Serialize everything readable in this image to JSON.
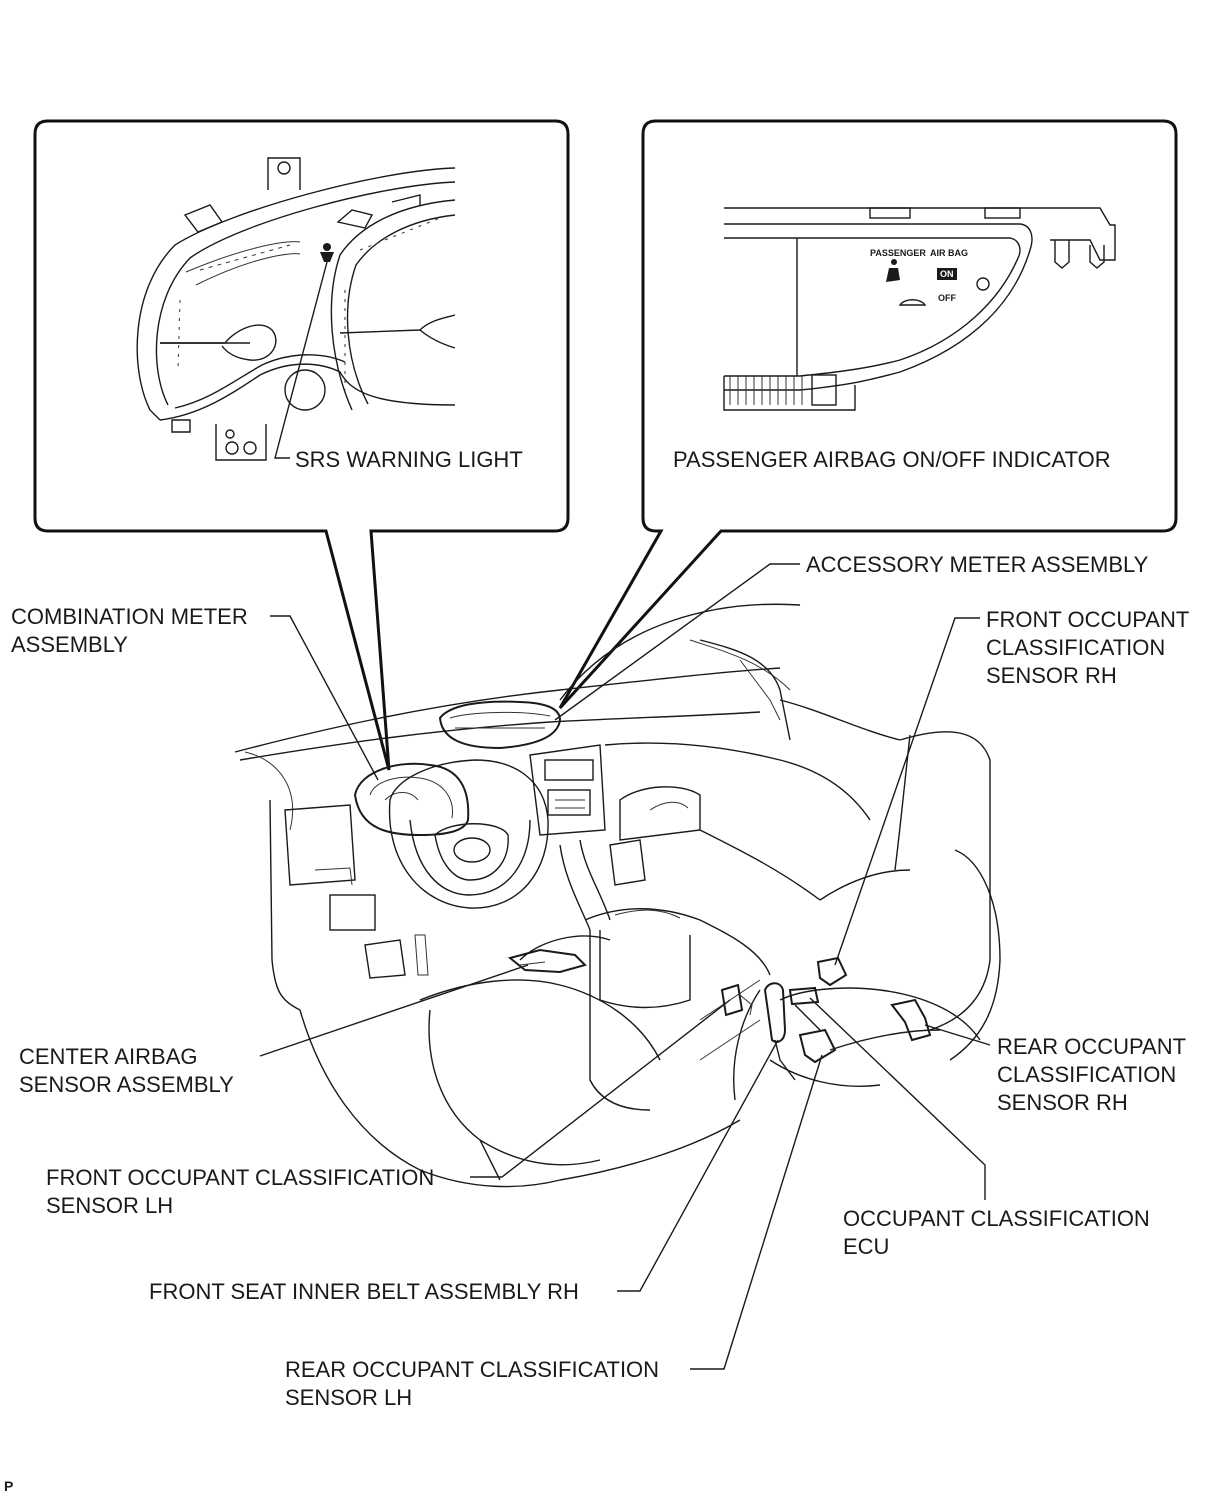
{
  "callouts": {
    "left_box_label": "SRS WARNING LIGHT",
    "right_box_label": "PASSENGER AIRBAG ON/OFF INDICATOR",
    "indicator_passenger": "PASSENGER",
    "indicator_air_bag": "AIR BAG",
    "indicator_on": "ON",
    "indicator_off": "OFF"
  },
  "labels": {
    "accessory_meter": "ACCESSORY METER ASSEMBLY",
    "combination_meter_1": "COMBINATION METER",
    "combination_meter_2": "ASSEMBLY",
    "front_ocs_rh_1": "FRONT OCCUPANT",
    "front_ocs_rh_2": "CLASSIFICATION",
    "front_ocs_rh_3": "SENSOR RH",
    "center_airbag_1": "CENTER AIRBAG",
    "center_airbag_2": "SENSOR ASSEMBLY",
    "rear_ocs_rh_1": "REAR OCCUPANT",
    "rear_ocs_rh_2": "CLASSIFICATION",
    "rear_ocs_rh_3": "SENSOR RH",
    "front_ocs_lh_1": "FRONT OCCUPANT CLASSIFICATION",
    "front_ocs_lh_2": "SENSOR LH",
    "oc_ecu_1": "OCCUPANT CLASSIFICATION",
    "oc_ecu_2": "ECU",
    "front_belt_rh": "FRONT SEAT INNER BELT ASSEMBLY RH",
    "rear_ocs_lh_1": "REAR OCCUPANT CLASSIFICATION",
    "rear_ocs_lh_2": "SENSOR LH"
  },
  "corner_mark": "P"
}
